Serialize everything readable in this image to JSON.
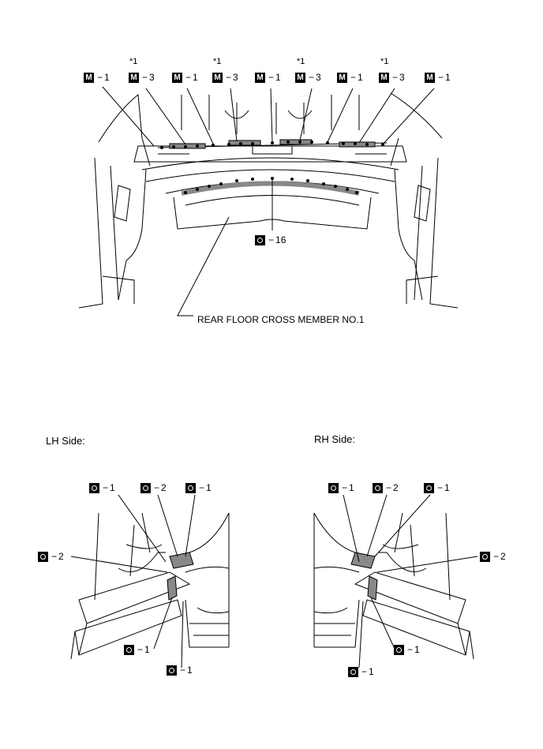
{
  "top": {
    "callouts": [
      {
        "type": "M",
        "value": "1"
      },
      {
        "type": "M",
        "value": "3",
        "note": "*1"
      },
      {
        "type": "M",
        "value": "1"
      },
      {
        "type": "M",
        "value": "3",
        "note": "*1"
      },
      {
        "type": "M",
        "value": "1"
      },
      {
        "type": "M",
        "value": "3",
        "note": "*1"
      },
      {
        "type": "M",
        "value": "1"
      },
      {
        "type": "M",
        "value": "3",
        "note": "*1"
      },
      {
        "type": "M",
        "value": "1"
      }
    ],
    "bottom_callout": {
      "type": "O",
      "value": "16"
    },
    "part_label": "REAR FLOOR CROSS MEMBER NO.1"
  },
  "lh_side": {
    "title": "LH Side:",
    "callouts": [
      {
        "type": "O",
        "value": "1"
      },
      {
        "type": "O",
        "value": "2"
      },
      {
        "type": "O",
        "value": "1"
      },
      {
        "type": "O",
        "value": "2"
      },
      {
        "type": "O",
        "value": "1"
      },
      {
        "type": "O",
        "value": "1"
      }
    ]
  },
  "rh_side": {
    "title": "RH Side:",
    "callouts": [
      {
        "type": "O",
        "value": "1"
      },
      {
        "type": "O",
        "value": "2"
      },
      {
        "type": "O",
        "value": "1"
      },
      {
        "type": "O",
        "value": "2"
      },
      {
        "type": "O",
        "value": "1"
      },
      {
        "type": "O",
        "value": "1"
      }
    ]
  },
  "dash": "−",
  "colors": {
    "ink": "#000000",
    "weld_fill": "#888888",
    "paper": "#ffffff"
  }
}
